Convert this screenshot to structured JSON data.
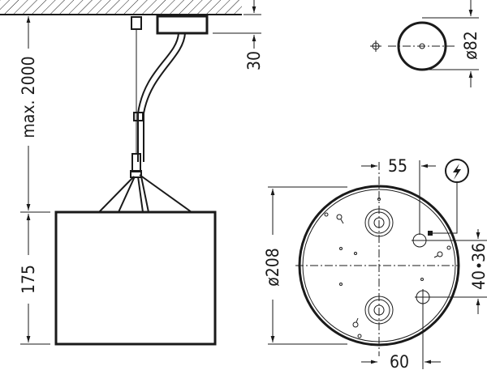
{
  "drawing": {
    "side_view": {
      "suspension_length_label": "max. 2000",
      "shade_height_label": "175",
      "canopy_height_label": "30"
    },
    "canopy_top_view": {
      "diameter_label": "ø82"
    },
    "base_plate_view": {
      "diameter_label": "ø208",
      "offset_top_label": "55",
      "offset_bottom_label": "60",
      "vertical_offset_lower_label": "40",
      "vertical_offset_upper_label": "36",
      "electrical_connection_icon": "lightning-bolt-icon"
    }
  }
}
